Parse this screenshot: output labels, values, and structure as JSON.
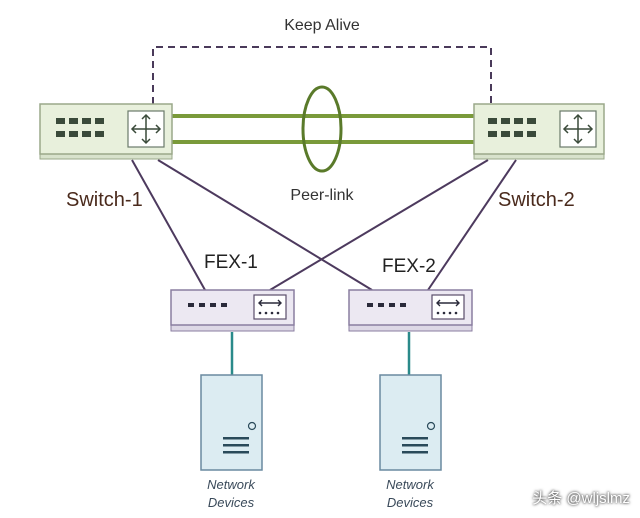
{
  "labels": {
    "keep_alive": "Keep Alive",
    "peer_link": "Peer-link",
    "switch1": "Switch-1",
    "switch2": "Switch-2",
    "fex1": "FEX-1",
    "fex2": "FEX-2",
    "device_line1": "Network",
    "device_line2": "Devices",
    "watermark": "头条 @wljslmz"
  },
  "colors": {
    "switch_fill": "#e8f0dc",
    "switch_stroke": "#9aa88a",
    "peer_link": "#7a9a3a",
    "fex_fill": "#ece8f2",
    "fex_stroke": "#8a7ea0",
    "uplink": "#4d3a5e",
    "server_fill": "#dcecf2",
    "server_stroke": "#6a8aa0",
    "device_link": "#2a8a8a"
  },
  "icons": {
    "switch_ports": "port-icon",
    "router": "router-arrows-icon",
    "fex_ports": "port-icon",
    "fex_switch": "bidirectional-arrow-icon",
    "server": "server-icon"
  }
}
